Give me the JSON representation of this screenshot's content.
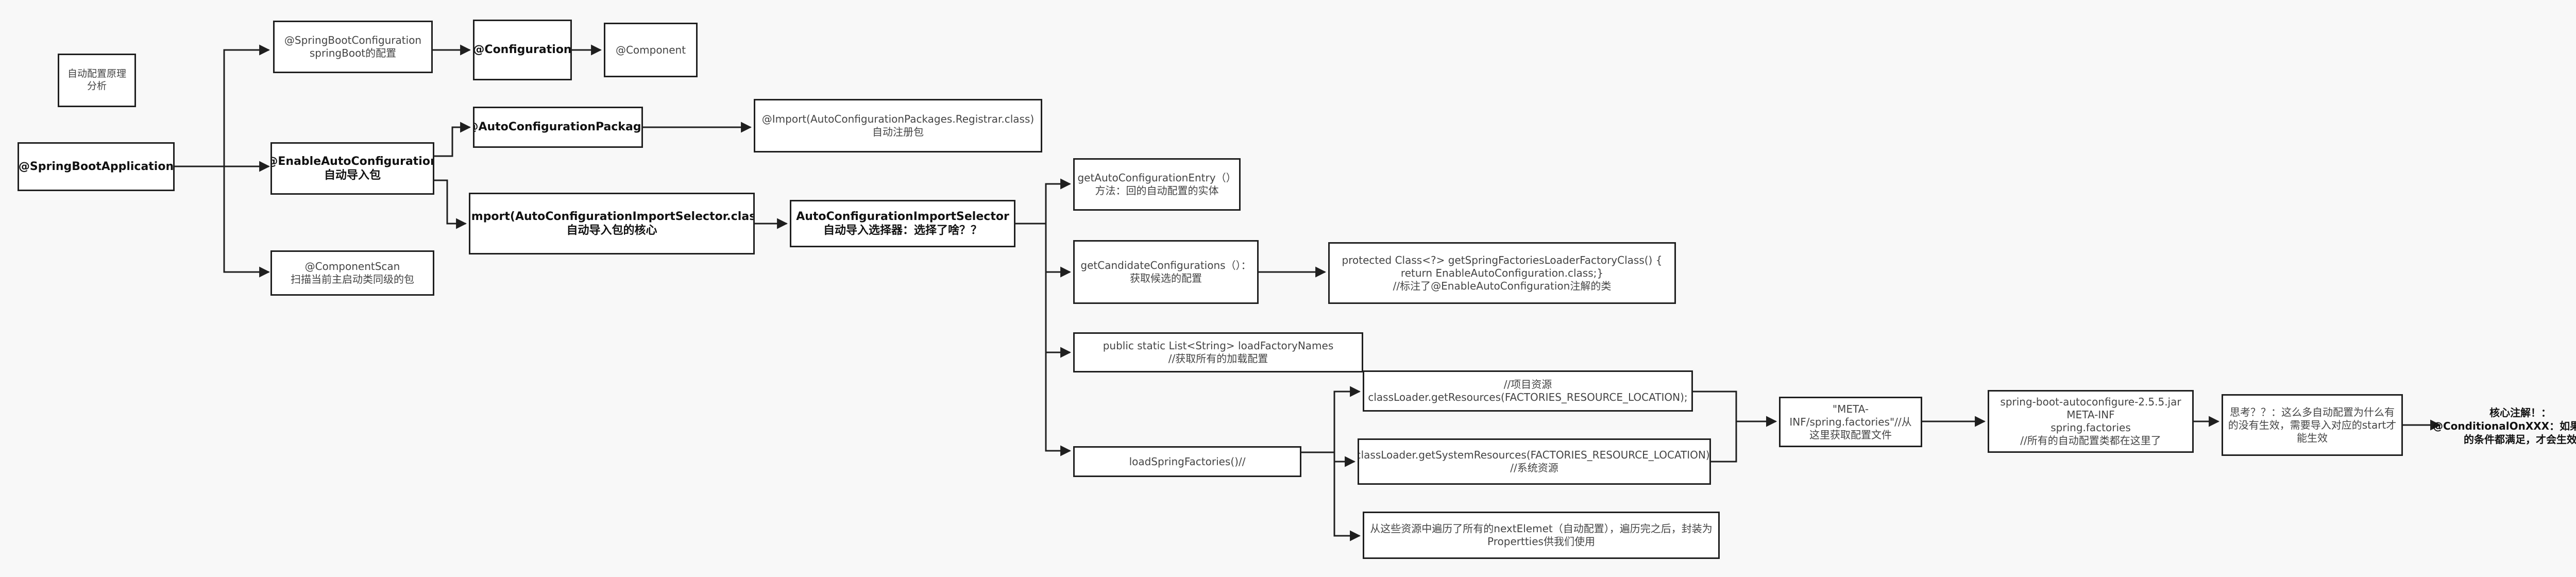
{
  "nodes": {
    "title": [
      "自动配置原理",
      "分析"
    ],
    "root": [
      "@SpringBootApplication"
    ],
    "sbc": [
      "@SpringBootConfiguration",
      "springBoot的配置"
    ],
    "configuration": [
      "@Configuration"
    ],
    "component": [
      "@Component"
    ],
    "eac": [
      "@EnableAutoConfiguration",
      "自动导入包"
    ],
    "acp": [
      "@AutoConfigurationPackage"
    ],
    "import_registrar": [
      "@Import(AutoConfigurationPackages.Registrar.class)",
      "自动注册包"
    ],
    "import_selector": [
      "@Import(AutoConfigurationImportSelector.class)",
      "自动导入包的核心"
    ],
    "selector": [
      "AutoConfigurationImportSelector",
      "自动导入选择器：选择了啥？？"
    ],
    "component_scan": [
      "@ComponentScan",
      "扫描当前主启动类同级的包"
    ],
    "get_entry": [
      "getAutoConfigurationEntry（）",
      "方法：回的自动配置的实体"
    ],
    "get_candidates": [
      "getCandidateConfigurations（）：",
      "获取候选的配置"
    ],
    "protected": [
      "protected Class<?> getSpringFactoriesLoaderFactoryClass() {",
      "return EnableAutoConfiguration.class;}",
      "//标注了@EnableAutoConfiguration注解的类"
    ],
    "load_names": [
      "public static List<String> loadFactoryNames",
      "//获取所有的加载配置"
    ],
    "load_factories": [
      "loadSpringFactories()//"
    ],
    "get_resources": [
      "//项目资源",
      "classLoader.getResources(FACTORIES_RESOURCE_LOCATION);"
    ],
    "system_resources": [
      "classLoader.getSystemResources(FACTORIES_RESOURCE_LOCATION);",
      "//系统资源"
    ],
    "traverse": [
      "从这些资源中遍历了所有的nextElemet（自动配置），遍历完之后，封装为",
      "Propertties供我们使用"
    ],
    "meta_inf": [
      "\"META-",
      "INF/spring.factories\"//从",
      "这里获取配置文件"
    ],
    "jar": [
      "spring-boot-autoconfigure-2.5.5.jar",
      "META-INF",
      "spring.factories",
      "//所有的自动配置类都在这里了"
    ],
    "think": [
      "思考？？：这么多自动配置为什么有",
      "的没有生效，需要导入对应的start才",
      "能生效"
    ],
    "conditional": [
      "核心注解！：",
      "@ConditionalOnXXX：如果这里面",
      "的条件都满足，才会生效"
    ]
  },
  "colors": {
    "stroke": "#1f1f1f",
    "text": "#444444",
    "bold_text": "#111111",
    "background": "#f8f8f8"
  }
}
